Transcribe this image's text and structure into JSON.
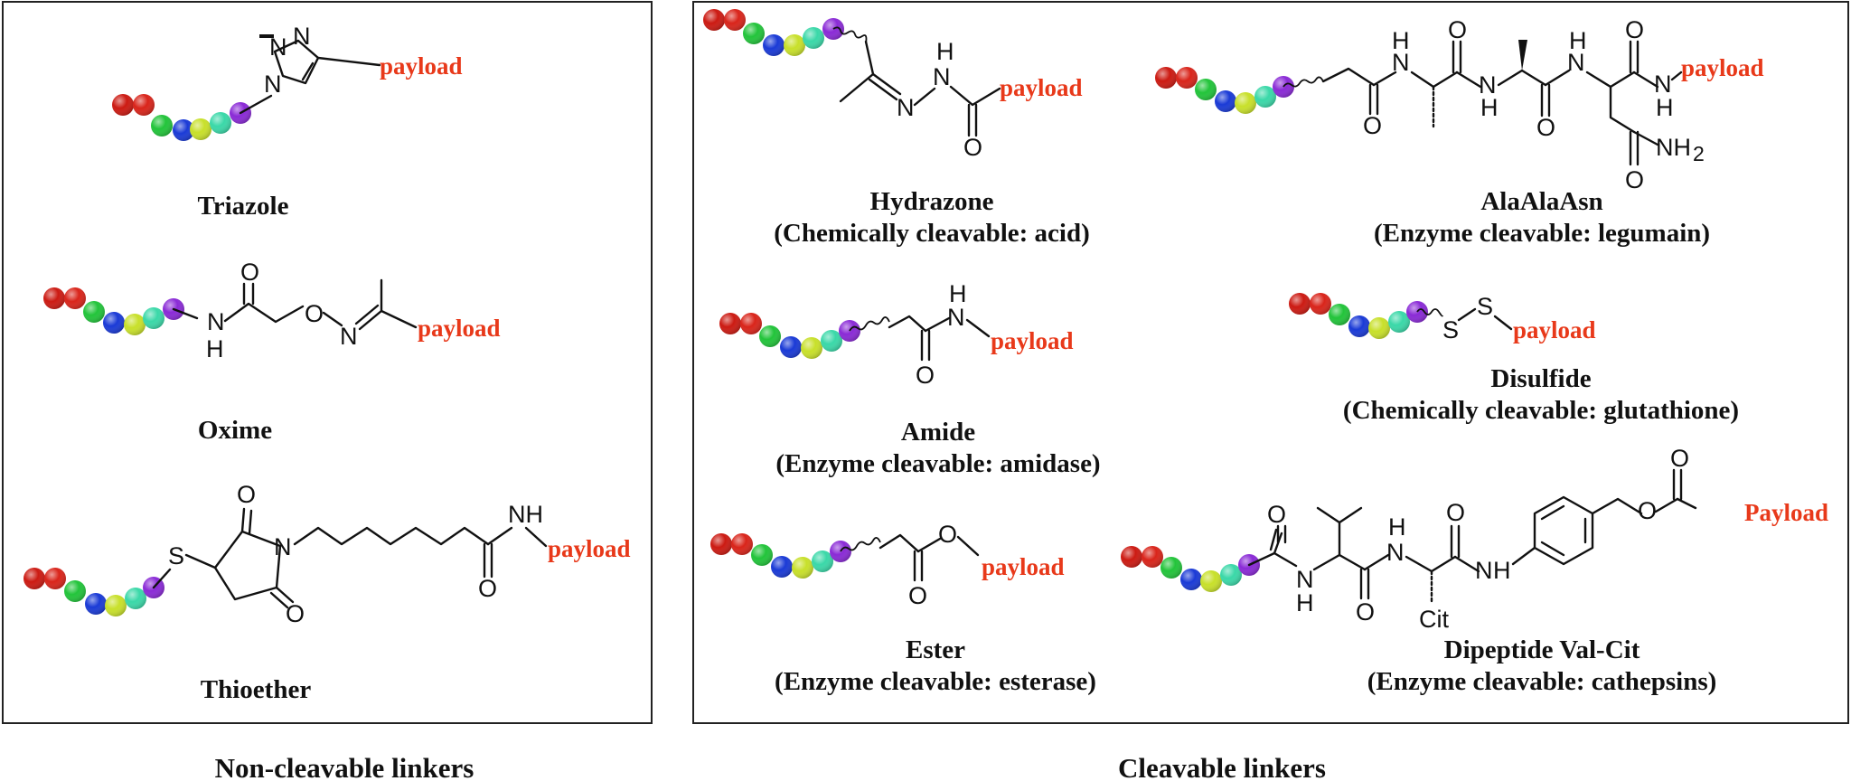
{
  "atoms": {
    "N": "N",
    "NH": "NH",
    "H": "H",
    "O": "O",
    "S": "S",
    "NH2": "NH",
    "NH2_sub": "2",
    "Cit": "Cit"
  },
  "payload_label": "payload",
  "payload_label_cap": "Payload",
  "bead_colors": [
    "#cc1a12",
    "#d9241a",
    "#22c43a",
    "#1a3ad6",
    "#c8e02a",
    "#3ad8a8",
    "#8a2ad6"
  ],
  "panels": {
    "non_cleavable": {
      "section_label": "Non-cleavable linkers",
      "triazole": {
        "caption": "Triazole"
      },
      "oxime": {
        "caption": "Oxime"
      },
      "thioether": {
        "caption": "Thioether"
      }
    },
    "cleavable": {
      "section_label": "Cleavable linkers",
      "hydrazone": {
        "caption": "Hydrazone",
        "subcaption": "(Chemically cleavable: acid)"
      },
      "alaalaasn": {
        "caption": "AlaAlaAsn",
        "subcaption": "(Enzyme cleavable: legumain)"
      },
      "amide": {
        "caption": "Amide",
        "subcaption": "(Enzyme cleavable: amidase)"
      },
      "disulfide": {
        "caption": "Disulfide",
        "subcaption": "(Chemically cleavable: glutathione)"
      },
      "ester": {
        "caption": "Ester",
        "subcaption": "(Enzyme cleavable: esterase)"
      },
      "valcit": {
        "caption": "Dipeptide Val-Cit",
        "subcaption": "(Enzyme cleavable: cathepsins)"
      }
    }
  }
}
